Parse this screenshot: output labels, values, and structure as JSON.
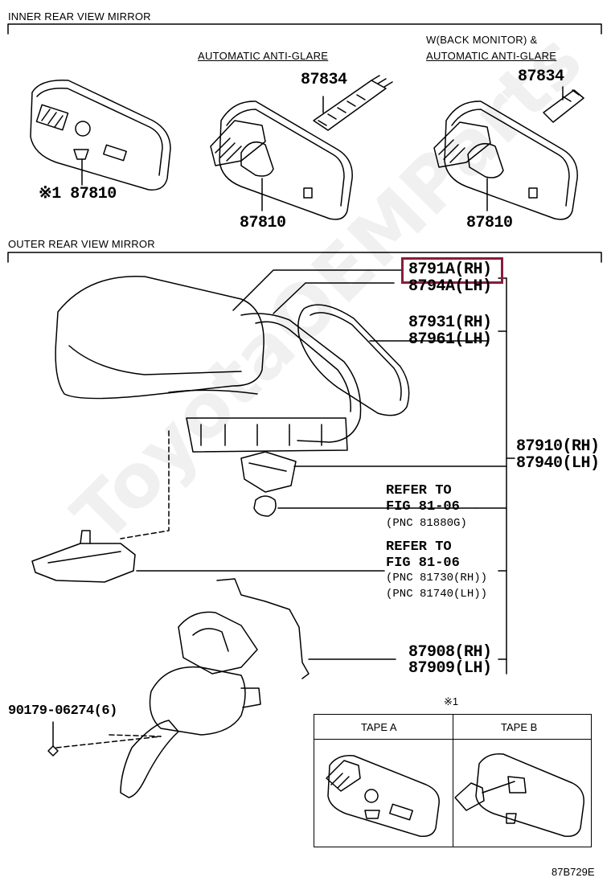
{
  "sections": {
    "inner_title": "INNER REAR VIEW MIRROR",
    "outer_title": "OUTER REAR VIEW MIRROR"
  },
  "inner": {
    "variant_b_label": "AUTOMATIC ANTI-GLARE",
    "variant_c_label_line1": "W(BACK MONITOR) &",
    "variant_c_label_line2": "AUTOMATIC ANTI-GLARE",
    "a_part": "※1 87810",
    "b_part_top": "87834",
    "b_part_bottom": "87810",
    "c_part_top": "87834",
    "c_part_bottom": "87810"
  },
  "outer": {
    "p1": "8791A(RH)",
    "p2": "8794A(LH)",
    "p3": "87931(RH)",
    "p4": "87961(LH)",
    "p5": "87910(RH)",
    "p6": "87940(LH)",
    "ref1_line1": "REFER TO",
    "ref1_line2": "FIG 81-06",
    "ref1_pnc": "(PNC 81880G)",
    "ref2_line1": "REFER TO",
    "ref2_line2": "FIG 81-06",
    "ref2_pnc1": "(PNC 81730(RH))",
    "ref2_pnc2": "(PNC 81740(LH))",
    "p7": "87908(RH)",
    "p8": "87909(LH)",
    "bolt": "90179-06274(6)"
  },
  "tape_table": {
    "note_mark": "※1",
    "col_a": "TAPE A",
    "col_b": "TAPE B"
  },
  "figure_code": "87B729E",
  "watermark": "ToyotaOEMParts",
  "colors": {
    "highlight": "#8a1c3a",
    "line": "#000000"
  }
}
